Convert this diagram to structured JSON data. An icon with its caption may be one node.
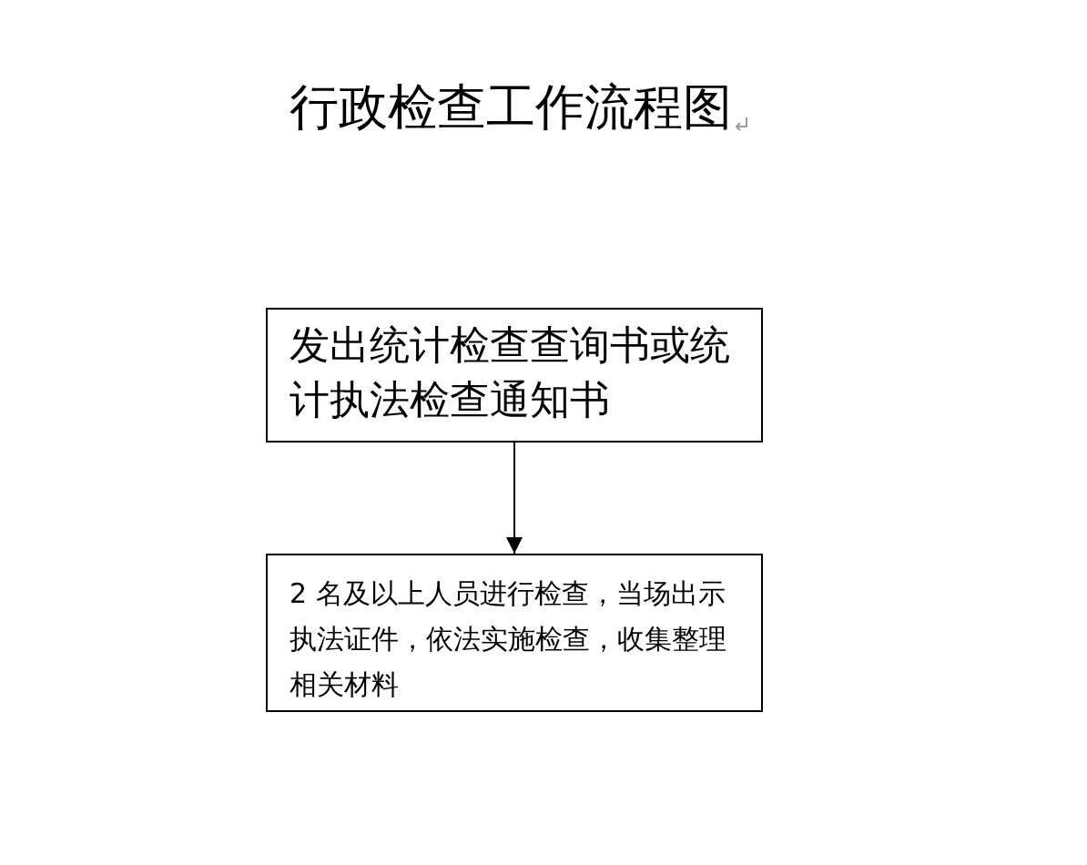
{
  "diagram": {
    "title": "行政检查工作流程图",
    "nodes": [
      {
        "text": [
          "发出统计检查查询书或统计执法检查通知书"
        ]
      },
      {
        "text": [
          "2 名及以上人员进行检查，当场出示执法证件，依法实施检查，收集整理相关材料"
        ]
      }
    ],
    "edges": [
      {
        "from": 0,
        "to": 1,
        "arrow": "to"
      }
    ]
  }
}
